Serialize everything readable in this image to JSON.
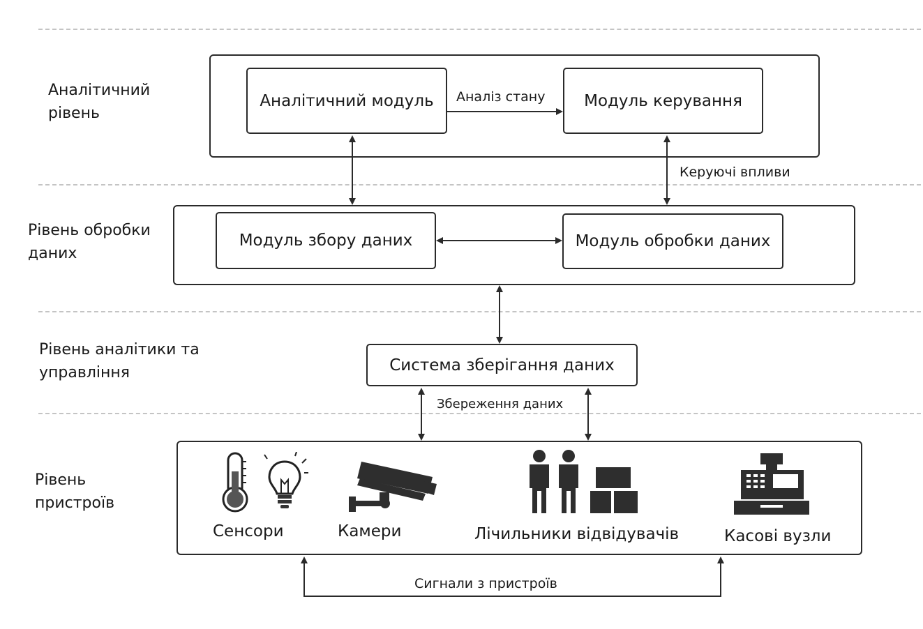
{
  "levels": {
    "analytical": "Аналітичний\nрівень",
    "processing": "Рівень обробки\nданих",
    "analytics_management": "Рівень аналітики та\nуправління",
    "devices": "Рівень\nпристроїв"
  },
  "modules": {
    "analytical_module": "Аналітичний модуль",
    "control_module": "Модуль керування",
    "data_collection": "Модуль збору даних",
    "data_processing": "Модуль обробки даних",
    "storage_system": "Система зберігання даних"
  },
  "connections": {
    "state_analysis": "Аналіз стану",
    "control_actions": "Керуючі впливи",
    "data_storage": "Збереження даних",
    "device_signals": "Сигнали з пристроїв"
  },
  "devices": {
    "sensors": "Сенсори",
    "cameras": "Камери",
    "visitor_counters": "Лічильники відвідувачів",
    "cash_registers": "Касові вузли"
  },
  "icons": [
    "thermometer-icon",
    "light-bulb-icon",
    "security-camera-icon",
    "people-icon",
    "boxes-icon",
    "cash-register-icon"
  ],
  "colors": {
    "line": "#2a2a2a",
    "dash": "#c4c4c4",
    "text": "#1a1a1a"
  }
}
